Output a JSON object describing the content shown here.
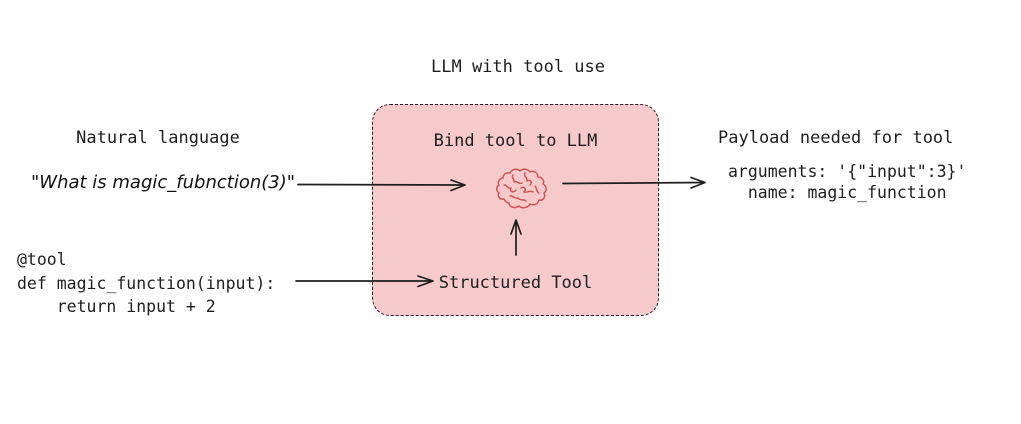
{
  "diagram": {
    "title": "LLM with tool use",
    "natural_language": {
      "heading": "Natural language",
      "quote": "\"What is magic_fubnction(3)\""
    },
    "tool_code": "@tool\ndef magic_function(input):\n    return input + 2",
    "bind_box": {
      "heading": "Bind tool to LLM",
      "tool_label": "Structured Tool",
      "fill_color": "#f6caca",
      "border_color": "#1e1e1e"
    },
    "payload": {
      "heading": "Payload needed for tool",
      "content": "arguments: '{\"input\":3}'\n  name: magic_function"
    },
    "icons": {
      "brain": "brain-icon"
    },
    "colors": {
      "text": "#1e1e1e",
      "brain_stroke": "#d05454",
      "arrow": "#1e1e1e",
      "background": "#ffffff"
    }
  }
}
